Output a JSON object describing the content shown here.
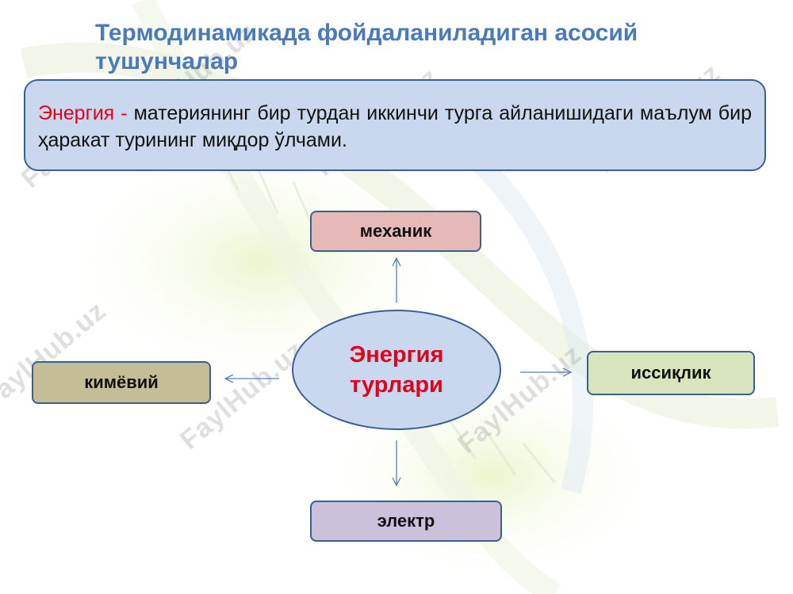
{
  "title": "Термодинамикада фойдаланиладиган асосий тушунчалар",
  "definition": {
    "term": "Энергия -",
    "text": " материянинг бир турдан иккинчи турга айланишидаги маълум бир ҳаракат турининг миқдор ўлчами."
  },
  "center": {
    "label": "Энергия турлари"
  },
  "types": {
    "mechanical": "механик",
    "chemical": "кимёвий",
    "thermal": "иссиқлик",
    "electrical": "электр"
  },
  "watermark": "FaylHub.uz",
  "colors": {
    "title": "#4a7ab8",
    "accent_red": "#e2001a",
    "box_border": "#3d5f8e",
    "definition_fill": "#c9d8ee",
    "mechanical_fill": "#e6b9b8",
    "chemical_fill": "#c4bd97",
    "thermal_fill": "#d7e4bd",
    "electrical_fill": "#ccc1da"
  }
}
